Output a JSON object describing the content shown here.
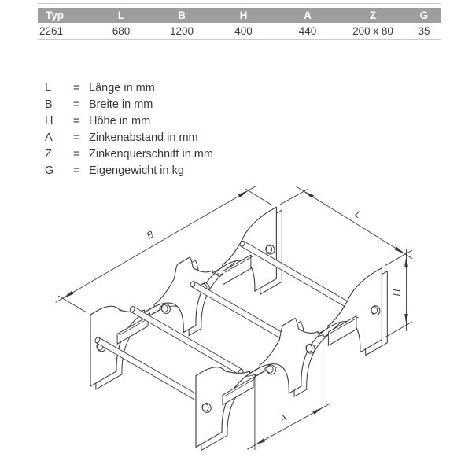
{
  "table": {
    "headers": [
      "Typ",
      "L",
      "B",
      "H",
      "A",
      "Z",
      "G"
    ],
    "row": [
      "2261",
      "680",
      "1200",
      "400",
      "440",
      "200 x 80",
      "35"
    ],
    "header_bg": "#9e9e9e",
    "header_text_color": "#ffffff"
  },
  "legend": {
    "equals": "=",
    "items": [
      {
        "key": "L",
        "label": "Länge in mm"
      },
      {
        "key": "B",
        "label": "Breite in mm"
      },
      {
        "key": "H",
        "label": "Höhe in mm"
      },
      {
        "key": "A",
        "label": "Zinkenabstand in mm"
      },
      {
        "key": "Z",
        "label": "Zinkenquerschnitt in mm"
      },
      {
        "key": "G",
        "label": "Eigengewicht in kg"
      }
    ]
  },
  "drawing": {
    "labels": {
      "b": "B",
      "l": "L",
      "h": "H",
      "a": "A"
    },
    "line_color": "#3a3a3a"
  }
}
